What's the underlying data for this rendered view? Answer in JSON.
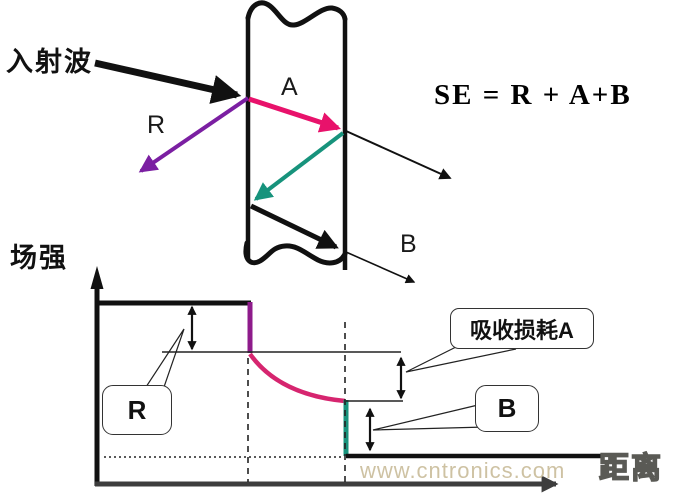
{
  "diagram": {
    "incident_wave_label": "入射波",
    "reflection_label": "R",
    "absorption_label": "A",
    "transmission_label": "B",
    "formula": "SE = R + A+B"
  },
  "graph": {
    "y_axis_label": "场强",
    "x_axis_label": "距离",
    "reflection_box_label": "R",
    "absorption_box_label": "吸收损耗A",
    "transmission_box_label": "B"
  },
  "watermark": "www.cntronics.com",
  "colors": {
    "ink": "#111111",
    "purple": "#7b1fa2",
    "purple_drop": "#8e1b8b",
    "magenta": "#e8126b",
    "magenta_curve": "#d6256f",
    "teal": "#17937c",
    "axis": "#3d3d3d",
    "thin": "#222222"
  }
}
